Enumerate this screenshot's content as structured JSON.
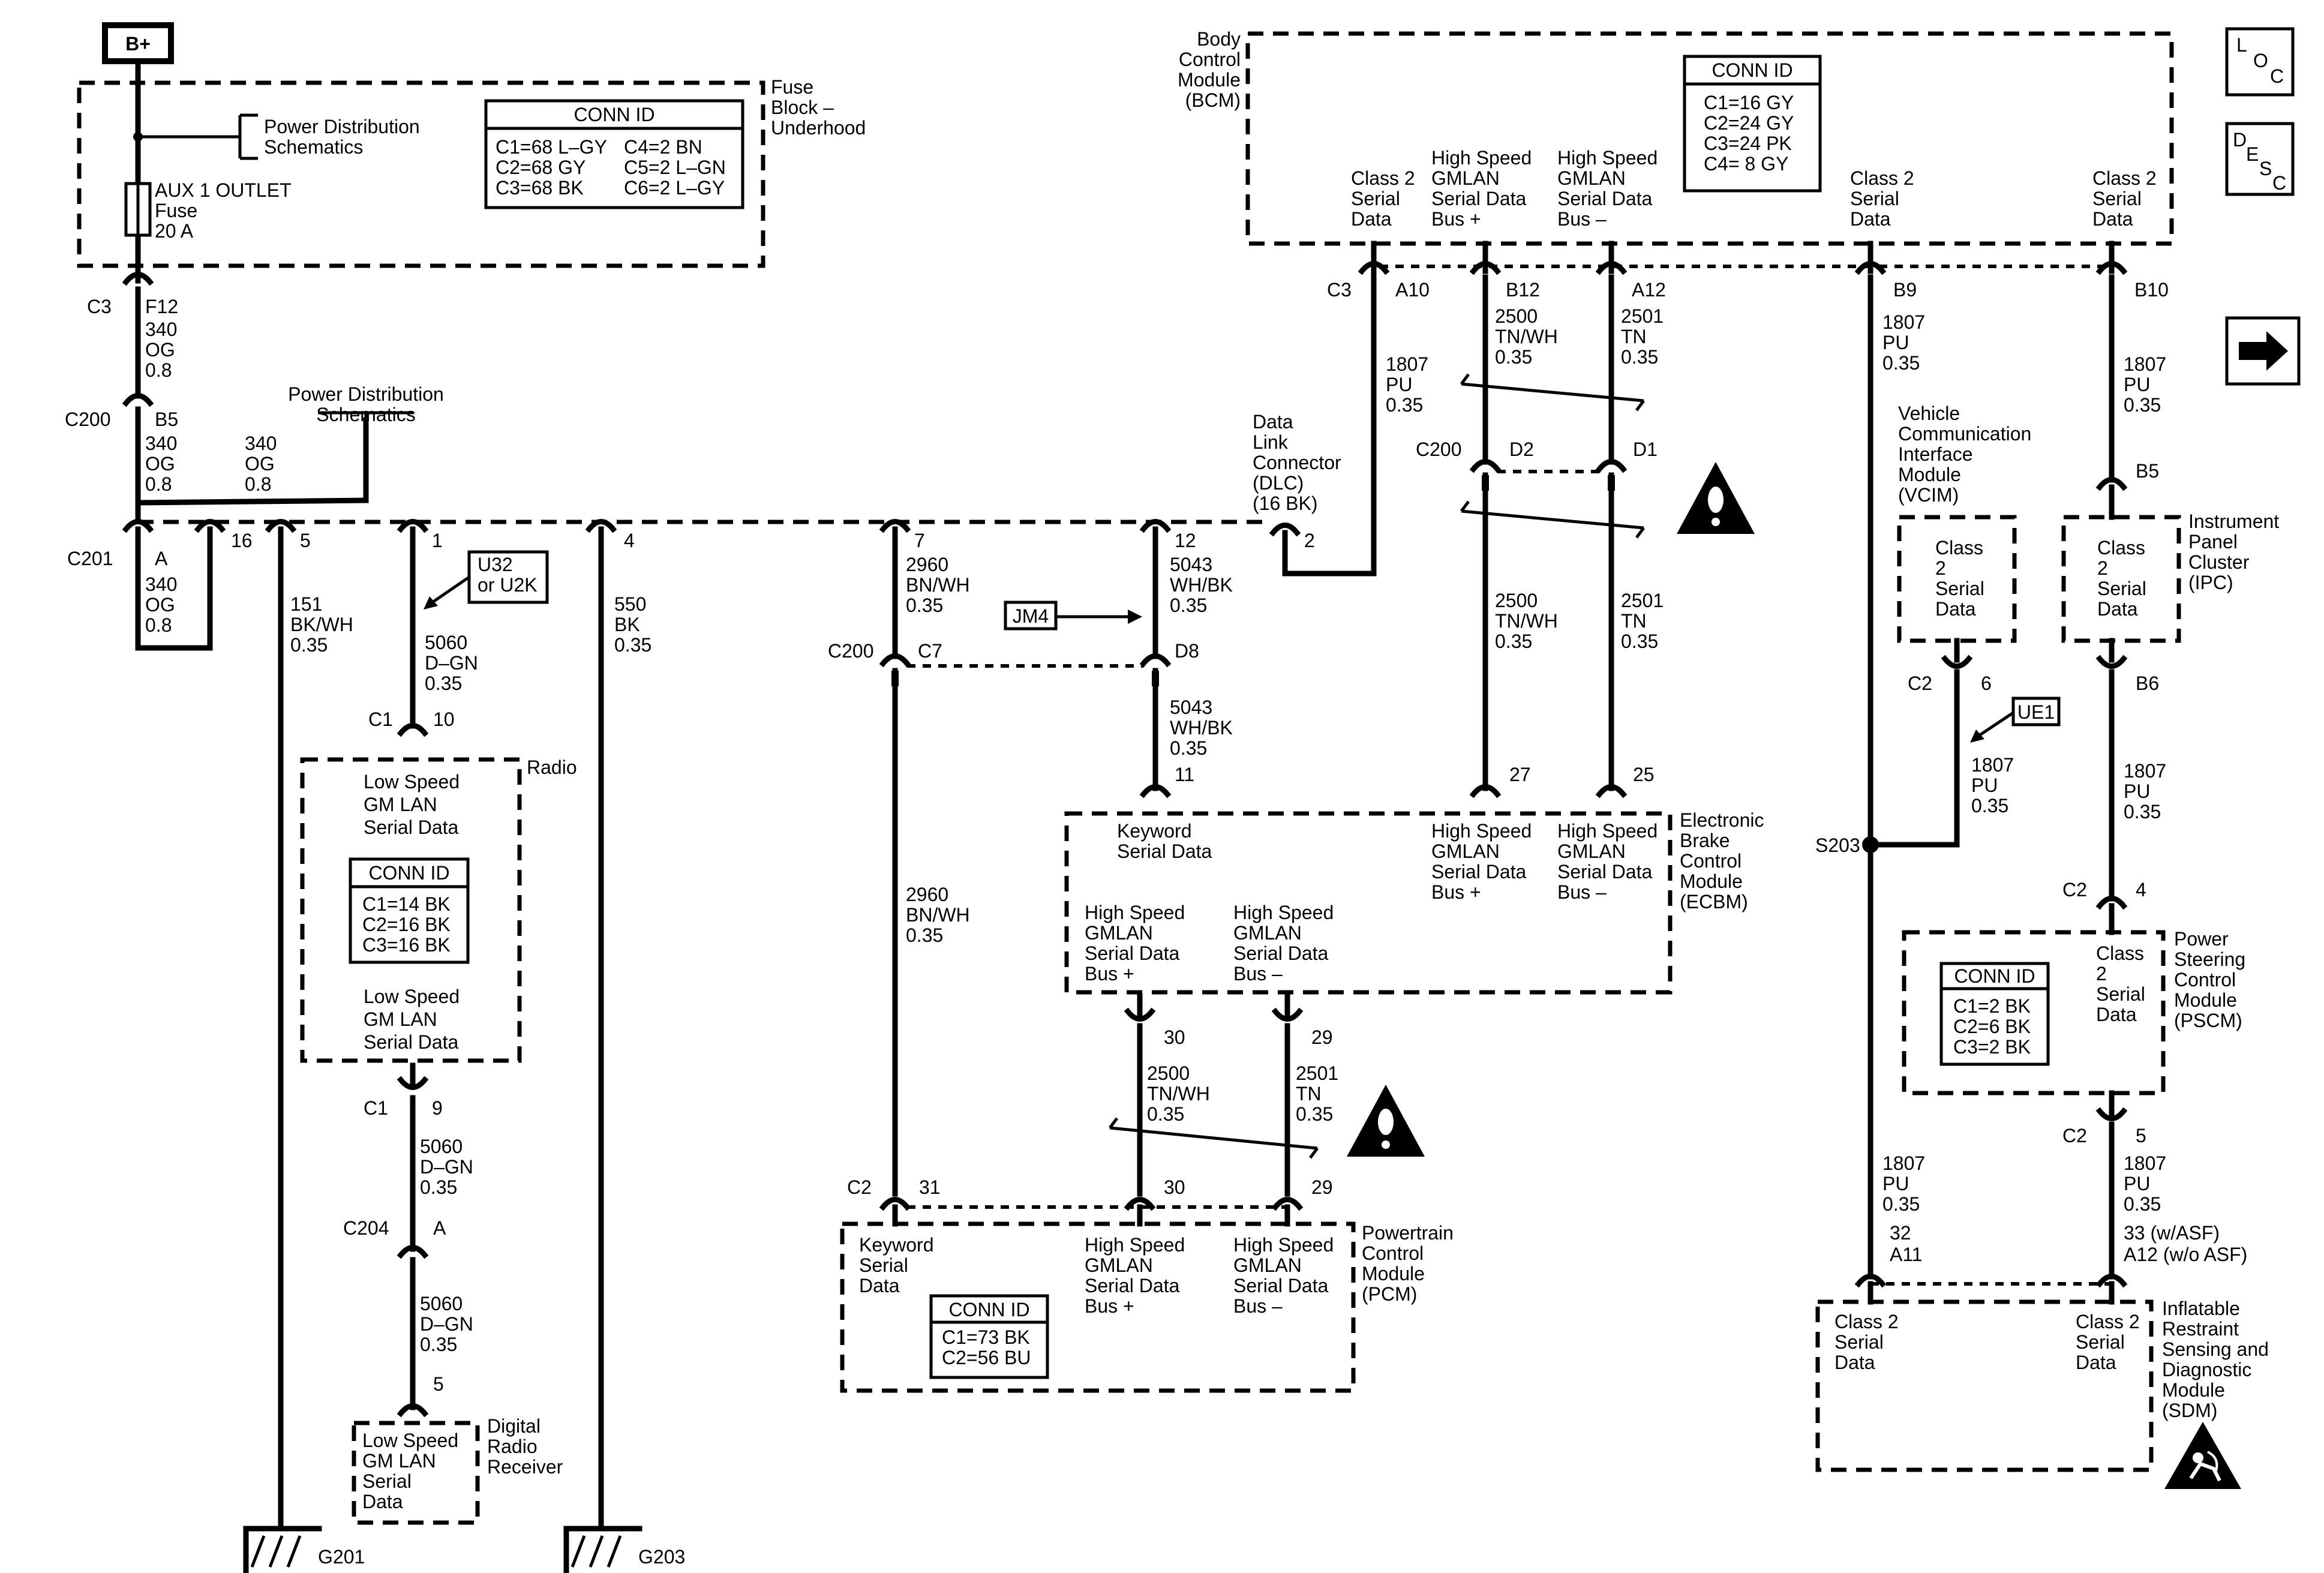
{
  "fuse_block": {
    "bplus": "B+",
    "title": [
      "Fuse",
      "Block –",
      "Underhood"
    ],
    "pds1": [
      "Power Distribution",
      "Schematics"
    ],
    "fuse": [
      "AUX 1 OUTLET",
      "Fuse",
      "20 A"
    ],
    "conn_title": "CONN ID",
    "conn_rows": [
      [
        "C1=68 L–GY",
        "C4=2 BN"
      ],
      [
        "C2=68 GY",
        "C5=2 L–GN"
      ],
      [
        "C3=68 BK",
        "C6=2 L–GY"
      ]
    ],
    "pin_c3": "C3",
    "pin_f12": "F12",
    "wire1": [
      "340",
      "OG",
      "0.8"
    ],
    "pin_c200": "C200",
    "pin_b5": "B5",
    "wire2": [
      "340",
      "OG",
      "0.8"
    ],
    "wire3": [
      "340",
      "OG",
      "0.8"
    ],
    "pds2": [
      "Power Distribution",
      "Schematics"
    ],
    "pin_c201": "C201",
    "pin_a": "A",
    "wire4": [
      "340",
      "OG",
      "0.8"
    ]
  },
  "dlc": {
    "title": [
      "Data",
      "Link",
      "Connector",
      "(DLC)",
      "(16 BK)"
    ],
    "pins": [
      "16",
      "5",
      "1",
      "4",
      "7",
      "12",
      "2"
    ],
    "w151": [
      "151",
      "BK/WH",
      "0.35"
    ],
    "w550": [
      "550",
      "BK",
      "0.35"
    ],
    "w5060a": [
      "5060",
      "D–GN",
      "0.35"
    ],
    "w2960a": [
      "2960",
      "BN/WH",
      "0.35"
    ],
    "w5043a": [
      "5043",
      "WH/BK",
      "0.35"
    ],
    "w1807": [
      "1807",
      "PU",
      "0.35"
    ],
    "u32": [
      "U32",
      "or U2K"
    ],
    "jm4": "JM4"
  },
  "radio": {
    "title": "Radio",
    "pin_c1": "C1",
    "pin_10": "10",
    "lines_top": [
      "Low Speed",
      "GM LAN",
      "Serial Data"
    ],
    "conn_title": "CONN ID",
    "conn_rows": [
      "C1=14 BK",
      "C2=16 BK",
      "C3=16 BK"
    ],
    "lines_bot": [
      "Low Speed",
      "GM LAN",
      "Serial Data"
    ],
    "pin_c1b": "C1",
    "pin_9": "9",
    "w5060b": [
      "5060",
      "D–GN",
      "0.35"
    ],
    "pin_c204": "C204",
    "pin_a": "A",
    "w5060c": [
      "5060",
      "D–GN",
      "0.35"
    ],
    "pin_5": "5"
  },
  "drr": {
    "title": [
      "Digital",
      "Radio",
      "Receiver"
    ],
    "lines": [
      "Low Speed",
      "GM LAN",
      "Serial",
      "Data"
    ]
  },
  "grounds": {
    "g201": "G201",
    "g203": "G203"
  },
  "jumper": {
    "pin_c200": "C200",
    "pin_c7": "C7",
    "pin_d8": "D8",
    "w5043b": [
      "5043",
      "WH/BK",
      "0.35"
    ],
    "pin_11": "11",
    "w2960b": [
      "2960",
      "BN/WH",
      "0.35"
    ]
  },
  "bcm": {
    "title": [
      "Body",
      "Control",
      "Module",
      "(BCM)"
    ],
    "conn_title": "CONN ID",
    "conn_rows": [
      "C1=16 GY",
      "C2=24 GY",
      "C3=24 PK",
      "C4=  8 GY"
    ],
    "cols": [
      [
        "Class 2",
        "Serial",
        "Data"
      ],
      [
        "High Speed",
        "GMLAN",
        "Serial Data",
        "Bus +"
      ],
      [
        "High Speed",
        "GMLAN",
        "Serial Data",
        "Bus –"
      ],
      [
        "Class 2",
        "Serial",
        "Data"
      ],
      [
        "Class 2",
        "Serial",
        "Data"
      ]
    ],
    "pin_c3": "C3",
    "pins": [
      "A10",
      "B12",
      "A12",
      "B9",
      "B10"
    ],
    "w2500a": [
      "2500",
      "TN/WH",
      "0.35"
    ],
    "w2501a": [
      "2501",
      "TN",
      "0.35"
    ],
    "pin_c200": "C200",
    "pin_d2": "D2",
    "pin_d1": "D1",
    "w2500b": [
      "2500",
      "TN/WH",
      "0.35"
    ],
    "w2501b": [
      "2501",
      "TN",
      "0.35"
    ],
    "w1807a": [
      "1807",
      "PU",
      "0.35"
    ],
    "w1807b": [
      "1807",
      "PU",
      "0.35"
    ]
  },
  "ecbm": {
    "title": [
      "Electronic",
      "Brake",
      "Control",
      "Module",
      "(ECBM)"
    ],
    "pins_top": [
      "27",
      "25"
    ],
    "keyword": [
      "Keyword",
      "Serial Data"
    ],
    "hs_plus_top": [
      "High Speed",
      "GMLAN",
      "Serial Data",
      "Bus +"
    ],
    "hs_minus_top": [
      "High Speed",
      "GMLAN",
      "Serial Data",
      "Bus –"
    ],
    "hs_plus_bot": [
      "High Speed",
      "GMLAN",
      "Serial Data",
      "Bus +"
    ],
    "hs_minus_bot": [
      "High Speed",
      "GMLAN",
      "Serial Data",
      "Bus –"
    ],
    "pins_bot": [
      "30",
      "29"
    ],
    "w2500": [
      "2500",
      "TN/WH",
      "0.35"
    ],
    "w2501": [
      "2501",
      "TN",
      "0.35"
    ]
  },
  "pcm": {
    "title": [
      "Powertrain",
      "Control",
      "Module",
      "(PCM)"
    ],
    "pin_c2": "C2",
    "pins": [
      "31",
      "30",
      "29"
    ],
    "keyword": [
      "Keyword",
      "Serial",
      "Data"
    ],
    "hs_plus": [
      "High Speed",
      "GMLAN",
      "Serial Data",
      "Bus +"
    ],
    "hs_minus": [
      "High Speed",
      "GMLAN",
      "Serial Data",
      "Bus –"
    ],
    "conn_title": "CONN ID",
    "conn_rows": [
      "C1=73 BK",
      "C2=56 BU"
    ]
  },
  "vcim": {
    "title": [
      "Vehicle",
      "Communication",
      "Interface",
      "Module",
      "(VCIM)"
    ],
    "lines": [
      "Class",
      "2",
      "Serial",
      "Data"
    ],
    "pin_c2": "C2",
    "pin_6": "6",
    "ue1": "UE1",
    "w1807": [
      "1807",
      "PU",
      "0.35"
    ],
    "splice": "S203"
  },
  "ipc": {
    "title": [
      "Instrument",
      "Panel",
      "Cluster",
      "(IPC)"
    ],
    "pin_b5": "B5",
    "lines": [
      "Class",
      "2",
      "Serial",
      "Data"
    ],
    "pin_b6": "B6",
    "w1807": [
      "1807",
      "PU",
      "0.35"
    ]
  },
  "pscm": {
    "title": [
      "Power",
      "Steering",
      "Control",
      "Module",
      "(PSCM)"
    ],
    "pin_c2": "C2",
    "pin_4": "4",
    "lines": [
      "Class",
      "2",
      "Serial",
      "Data"
    ],
    "conn_title": "CONN ID",
    "conn_rows": [
      "C1=2 BK",
      "C2=6 BK",
      "C3=2 BK"
    ],
    "pin_c2b": "C2",
    "pin_5": "5",
    "w1807": [
      "1807",
      "PU",
      "0.35"
    ],
    "pin_33": "33 (w/ASF)",
    "pin_a12": "A12 (w/o ASF)"
  },
  "sdm": {
    "title": [
      "Inflatable",
      "Restraint",
      "Sensing and",
      "Diagnostic",
      "Module",
      "(SDM)"
    ],
    "w1807": [
      "1807",
      "PU",
      "0.35"
    ],
    "pin_32": "32",
    "pin_a11": "A11",
    "left": [
      "Class 2",
      "Serial",
      "Data"
    ],
    "right": [
      "Class 2",
      "Serial",
      "Data"
    ]
  },
  "side_icons": {
    "loc": [
      "L",
      "O",
      "C"
    ],
    "desc": [
      "D",
      "E",
      "S",
      "C"
    ]
  }
}
